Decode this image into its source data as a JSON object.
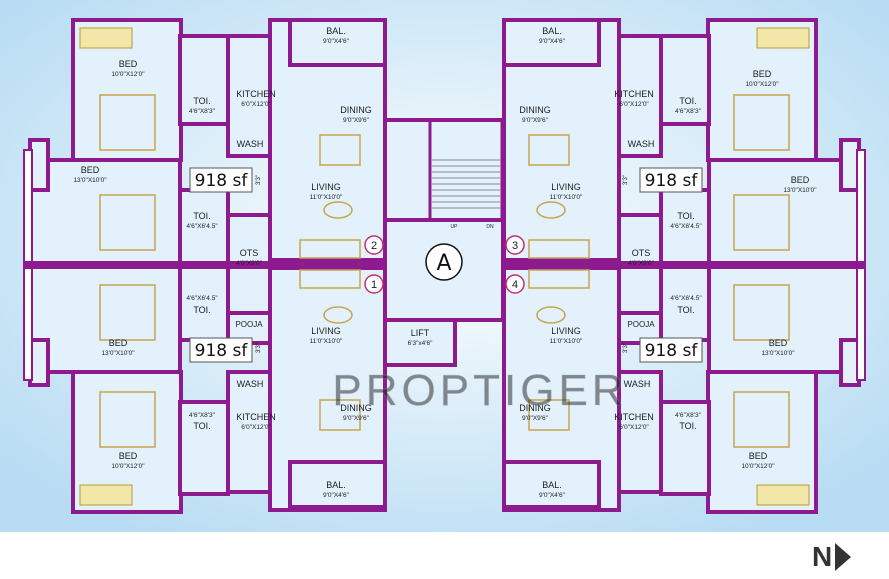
{
  "block": {
    "label": "A",
    "watermark": "PROPTIGER"
  },
  "units": [
    {
      "number": "1",
      "area": "918 sf"
    },
    {
      "number": "2",
      "area": "918 sf"
    },
    {
      "number": "3",
      "area": "918 sf"
    },
    {
      "number": "4",
      "area": "918 sf"
    }
  ],
  "rooms": {
    "bed": "BED",
    "toi": "TOI.",
    "kitchen": "KITCHEN",
    "wash": "WASH",
    "dining": "DINING",
    "living": "LIVING",
    "bal": "BAL.",
    "ots": "OTS",
    "pooja": "POOJA",
    "lift": "LIFT"
  },
  "dims": {
    "bed_a": "10'0\"X12'0\"",
    "bed_b": "13'0\"X10'0\"",
    "toi_a": "4'6\"X8'3\"",
    "toi_b": "4'6\"X6'4.5\"",
    "kitchen": "6'0\"X12'0\"",
    "dining": "9'0\"X9'6\"",
    "living_top": "11'0\"X10'0\"",
    "living_bottom": "11'0\"X10'0\"",
    "bal": "9'0\"X4'6\"",
    "ots": "4'0\"X9'0\"",
    "lift": "6'3\"x4'6\"",
    "gap": "3'3\""
  },
  "stairs": {
    "up": "UP",
    "dn": "DN"
  },
  "north": {
    "label": "N"
  },
  "colors": {
    "wall": "#8e1a8f",
    "fill": "#e2f1fb",
    "furniture": "#c8a44d",
    "marker": "#c4306e"
  }
}
